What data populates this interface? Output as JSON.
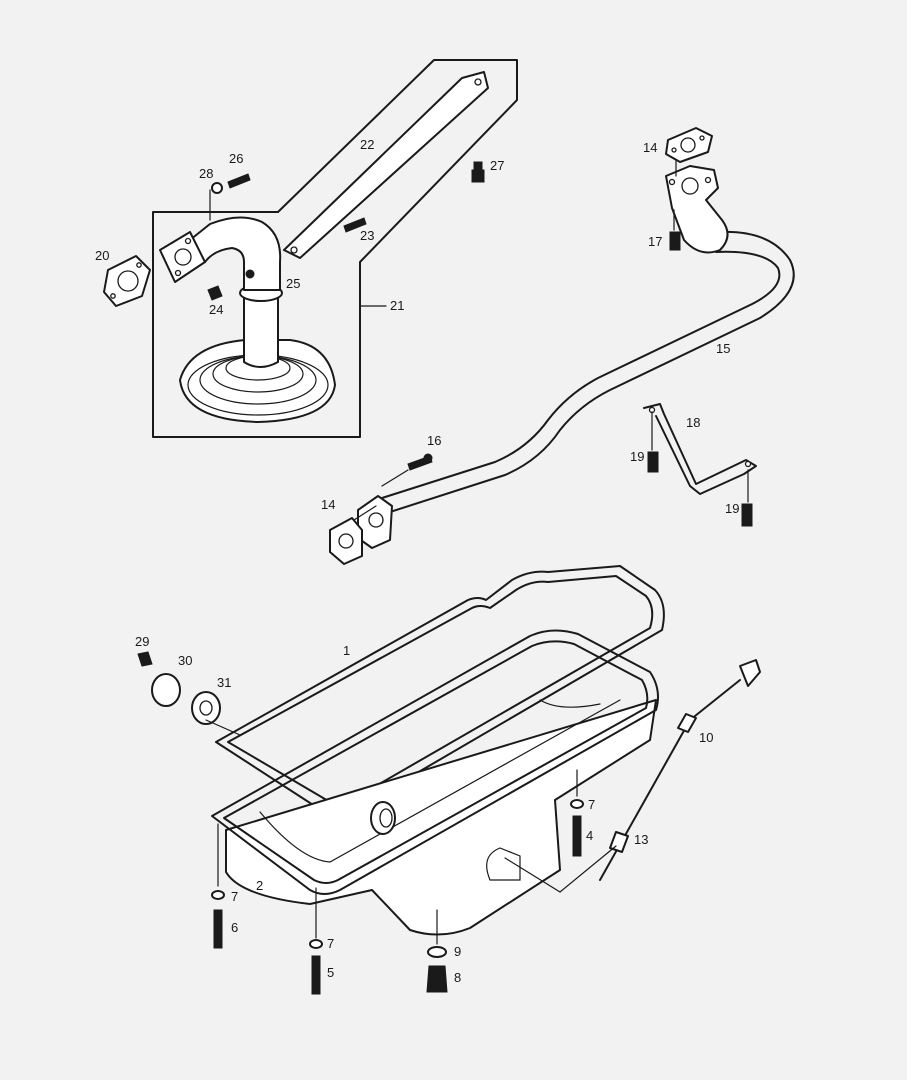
{
  "colors": {
    "background": "#f2f2f2",
    "ink": "#1a1a1a",
    "paper": "#ffffff"
  },
  "callouts": {
    "c1": "1",
    "c2": "2",
    "c4": "4",
    "c5": "5",
    "c6": "6",
    "c7a": "7",
    "c7b": "7",
    "c7c": "7",
    "c8": "8",
    "c9": "9",
    "c10": "10",
    "c13": "13",
    "c14a": "14",
    "c14b": "14",
    "c15": "15",
    "c16": "16",
    "c17": "17",
    "c18": "18",
    "c19a": "19",
    "c19b": "19",
    "c20": "20",
    "c21": "21",
    "c22": "22",
    "c23": "23",
    "c24": "24",
    "c25": "25",
    "c26": "26",
    "c27": "27",
    "c28": "28",
    "c29": "29",
    "c30": "30",
    "c31": "31"
  }
}
